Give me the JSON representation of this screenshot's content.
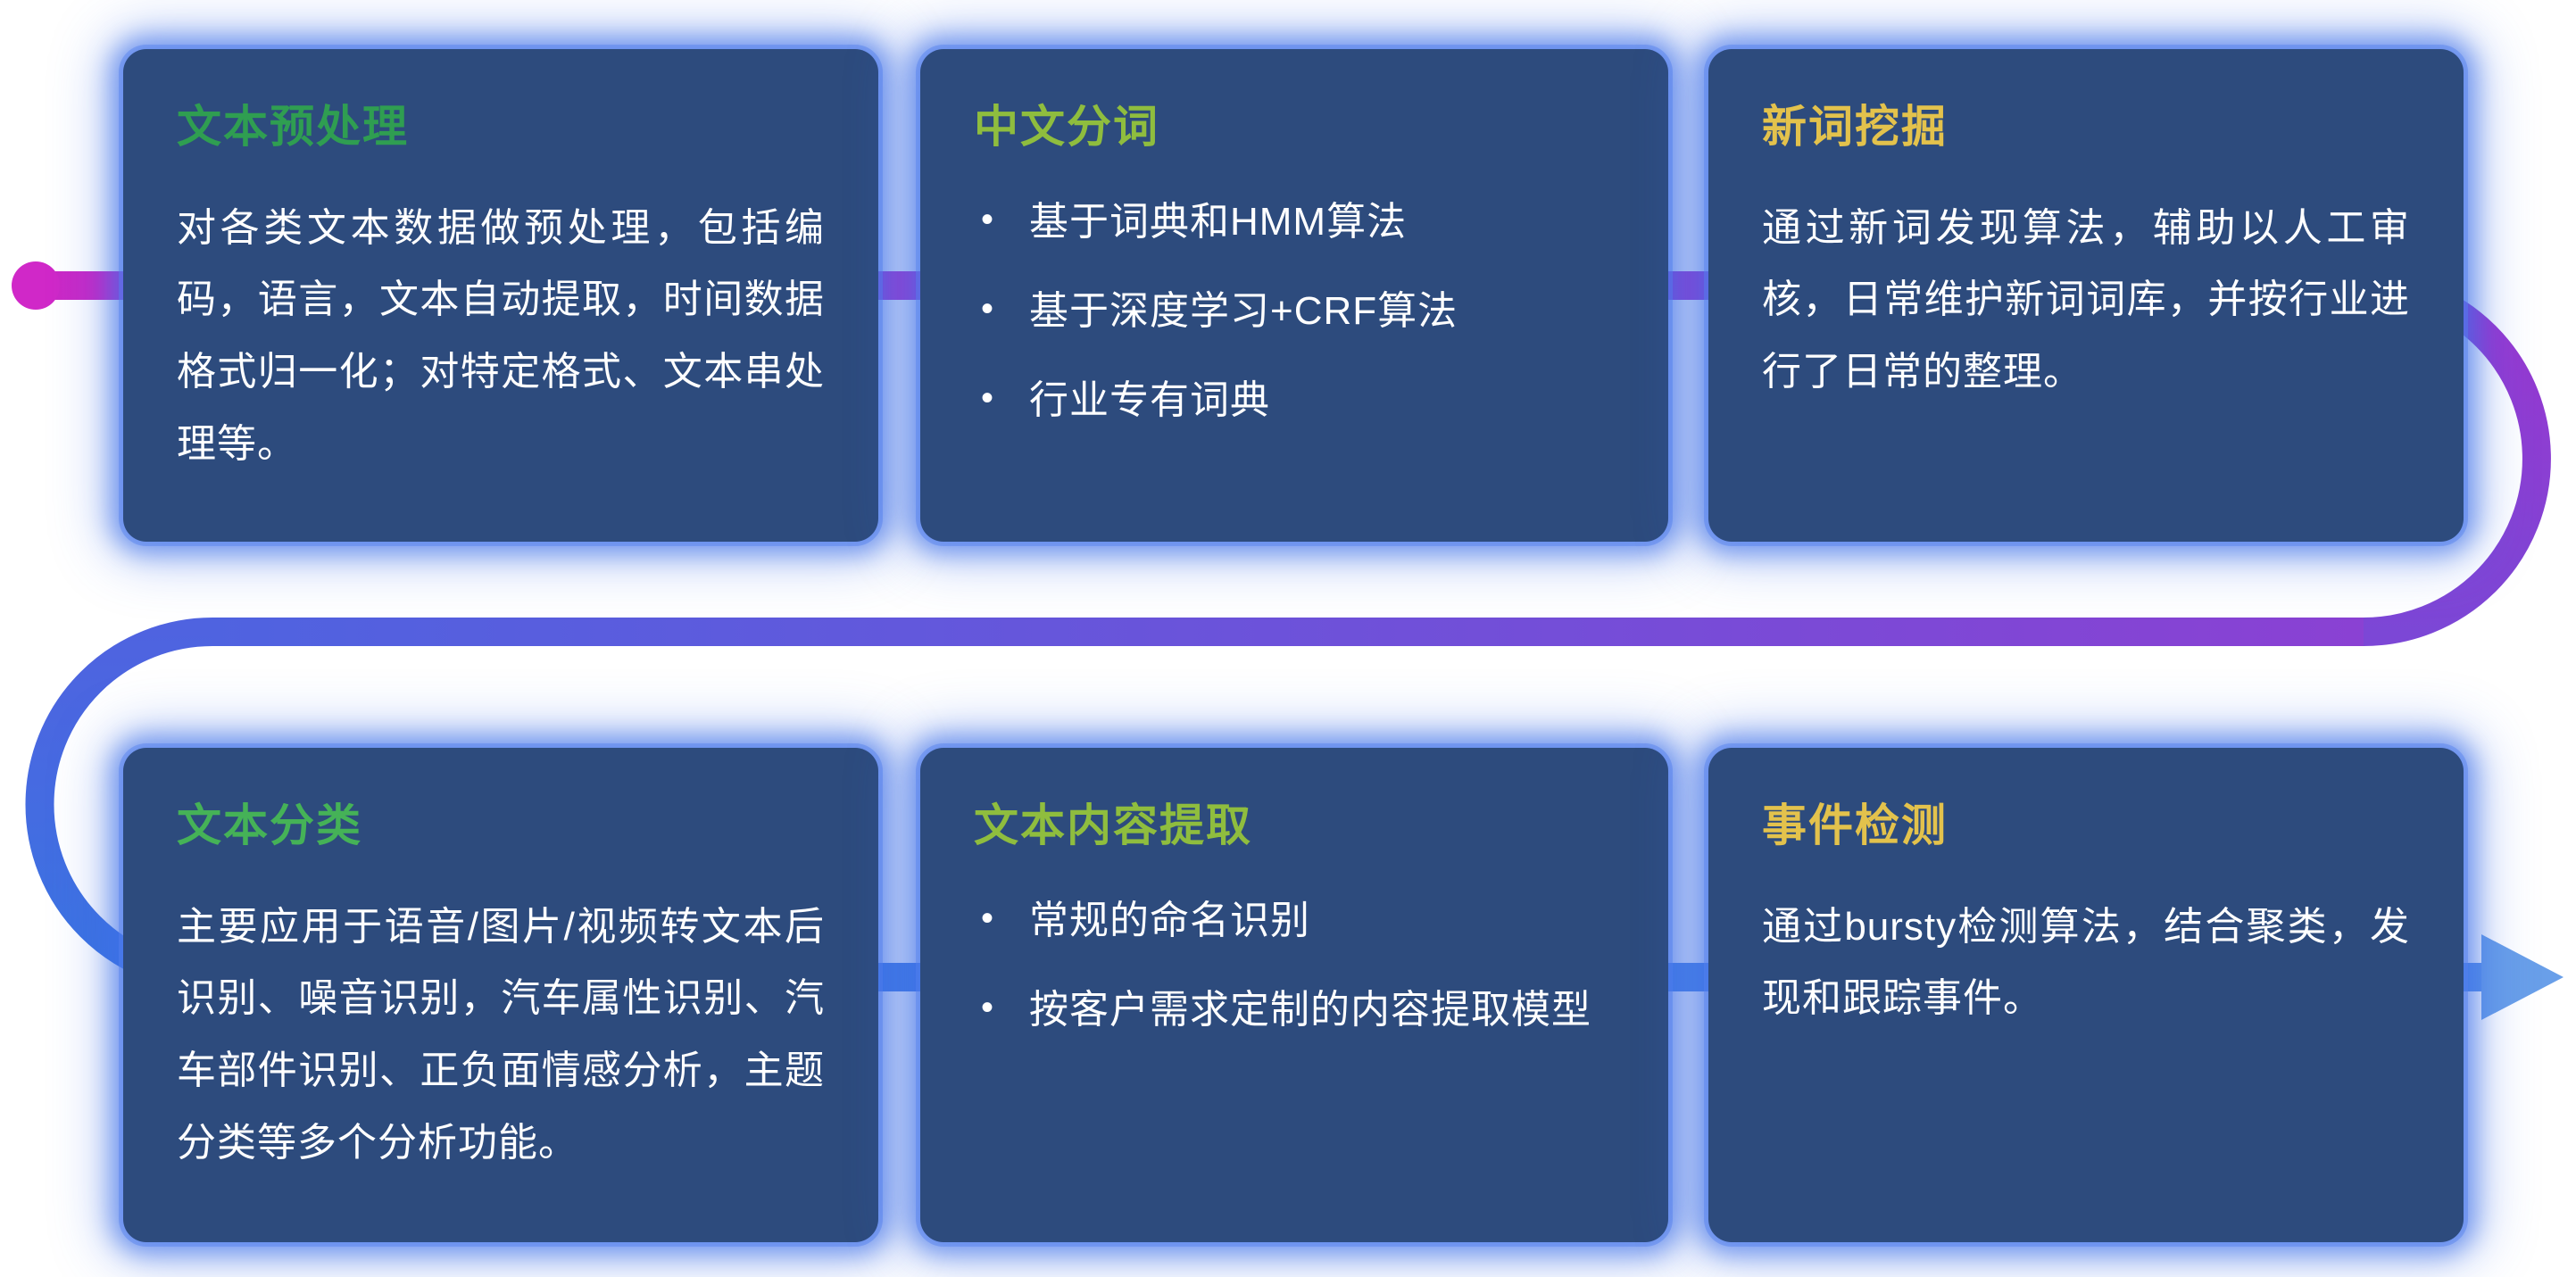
{
  "cards": [
    {
      "title": "文本预处理",
      "title_color": "#2f9e51",
      "body": "对各类文本数据做预处理，包括编码，语言，文本自动提取，时间数据格式归一化；对特定格式、文本串处理等。",
      "bullets": []
    },
    {
      "title": "中文分词",
      "title_color": "#8fbd3e",
      "body": "",
      "bullets": [
        "基于词典和HMM算法",
        "基于深度学习+CRF算法",
        "行业专有词典"
      ]
    },
    {
      "title": "新词挖掘",
      "title_color": "#e3c24c",
      "body": "通过新词发现算法，辅助以人工审核，日常维护新词词库，并按行业进行了日常的整理。",
      "bullets": []
    },
    {
      "title": "文本分类",
      "title_color": "#45b257",
      "body": "主要应用于语音/图片/视频转文本后识别、噪音识别，汽车属性识别、汽车部件识别、正负面情感分析，主题分类等多个分析功能。",
      "bullets": []
    },
    {
      "title": "文本内容提取",
      "title_color": "#8fbd3e",
      "body": "",
      "bullets": [
        "常规的命名识别",
        "按客户需求定制的内容提取模型"
      ]
    },
    {
      "title": "事件检测",
      "title_color": "#e3c24c",
      "body": "通过bursty检测算法，结合聚类，发现和跟踪事件。",
      "bullets": []
    }
  ],
  "flow": {
    "start_dot_color": "#d028c8",
    "top_line": [
      "#cb28c6",
      "#9b36cf"
    ],
    "right_turn": [
      "#9b36cf",
      "#7c47d6"
    ],
    "mid_line": [
      "#8a41d3",
      "#4f63e0"
    ],
    "left_turn": [
      "#4f63e0",
      "#3a74e2"
    ],
    "bottom_line": [
      "#3a74e2",
      "#5b93e8"
    ],
    "arrow_color": "#699fe9"
  },
  "colors": {
    "card_bg": "#2d4b7d",
    "body_text": "#ffffff",
    "glow": "#3e70e8"
  }
}
